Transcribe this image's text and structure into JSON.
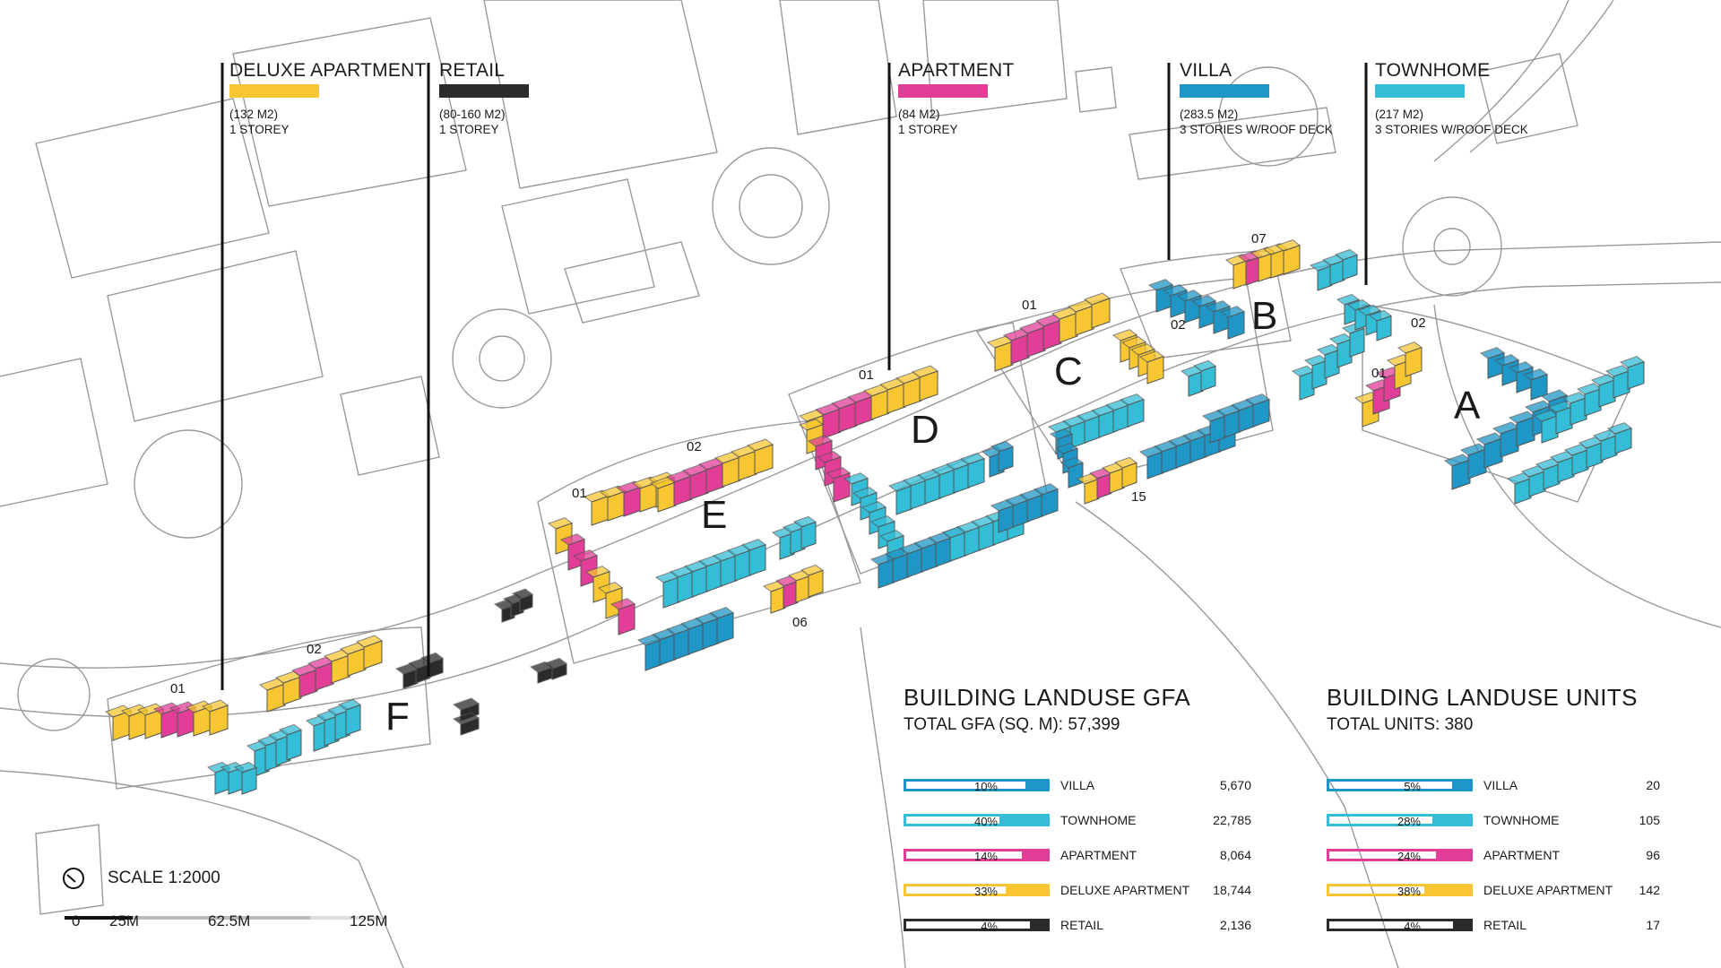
{
  "legend": [
    {
      "key": "deluxe",
      "title": "DELUXE APARTMENT",
      "size": "(132 M2)",
      "storey": "1 STOREY",
      "color": "#f7c631"
    },
    {
      "key": "retail",
      "title": "RETAIL",
      "size": "(80-160 M2)",
      "storey": "1 STOREY",
      "color": "#2b2b2b"
    },
    {
      "key": "apartment",
      "title": "APARTMENT",
      "size": "(84 M2)",
      "storey": "1 STOREY",
      "color": "#e23e98"
    },
    {
      "key": "villa",
      "title": "VILLA",
      "size": "(283.5 M2)",
      "storey": "3 STORIES W/ROOF DECK",
      "color": "#1e96c6"
    },
    {
      "key": "townhome",
      "title": "TOWNHOME",
      "size": "(217 M2)",
      "storey": "3 STORIES W/ROOF DECK",
      "color": "#33bdd6"
    }
  ],
  "zones": [
    "A",
    "B",
    "C",
    "D",
    "E",
    "F"
  ],
  "block_labels": {
    "a01": "01",
    "a02": "02",
    "b07": "07",
    "b02": "02",
    "c01": "01",
    "c15": "15",
    "d01": "01",
    "e02": "02",
    "e01": "01",
    "e06": "06",
    "f01": "01",
    "f02": "02"
  },
  "gfa": {
    "title": "BUILDING LANDUSE GFA",
    "total": "TOTAL GFA (SQ. M): 57,399",
    "rows": [
      {
        "name": "VILLA",
        "pct": "10%",
        "value": "5,670",
        "fraction": 0.1,
        "color": "#1e96c6"
      },
      {
        "name": "TOWNHOME",
        "pct": "40%",
        "value": "22,785",
        "fraction": 0.4,
        "color": "#33bdd6"
      },
      {
        "name": "APARTMENT",
        "pct": "14%",
        "value": "8,064",
        "fraction": 0.14,
        "color": "#e23e98"
      },
      {
        "name": "DELUXE APARTMENT",
        "pct": "33%",
        "value": "18,744",
        "fraction": 0.33,
        "color": "#f7c631"
      },
      {
        "name": "RETAIL",
        "pct": "4%",
        "value": "2,136",
        "fraction": 0.04,
        "color": "#2b2b2b"
      }
    ]
  },
  "units": {
    "title": "BUILDING LANDUSE UNITS",
    "total": "TOTAL UNITS: 380",
    "rows": [
      {
        "name": "VILLA",
        "pct": "5%",
        "value": "20",
        "fraction": 0.05,
        "color": "#1e96c6"
      },
      {
        "name": "TOWNHOME",
        "pct": "28%",
        "value": "105",
        "fraction": 0.28,
        "color": "#33bdd6"
      },
      {
        "name": "APARTMENT",
        "pct": "24%",
        "value": "96",
        "fraction": 0.24,
        "color": "#e23e98"
      },
      {
        "name": "DELUXE APARTMENT",
        "pct": "38%",
        "value": "142",
        "fraction": 0.38,
        "color": "#f7c631"
      },
      {
        "name": "RETAIL",
        "pct": "4%",
        "value": "17",
        "fraction": 0.04,
        "color": "#2b2b2b"
      }
    ]
  },
  "scale": {
    "title": "SCALE 1:2000",
    "ticks": [
      "0",
      "25M",
      "62.5M",
      "125M"
    ]
  }
}
